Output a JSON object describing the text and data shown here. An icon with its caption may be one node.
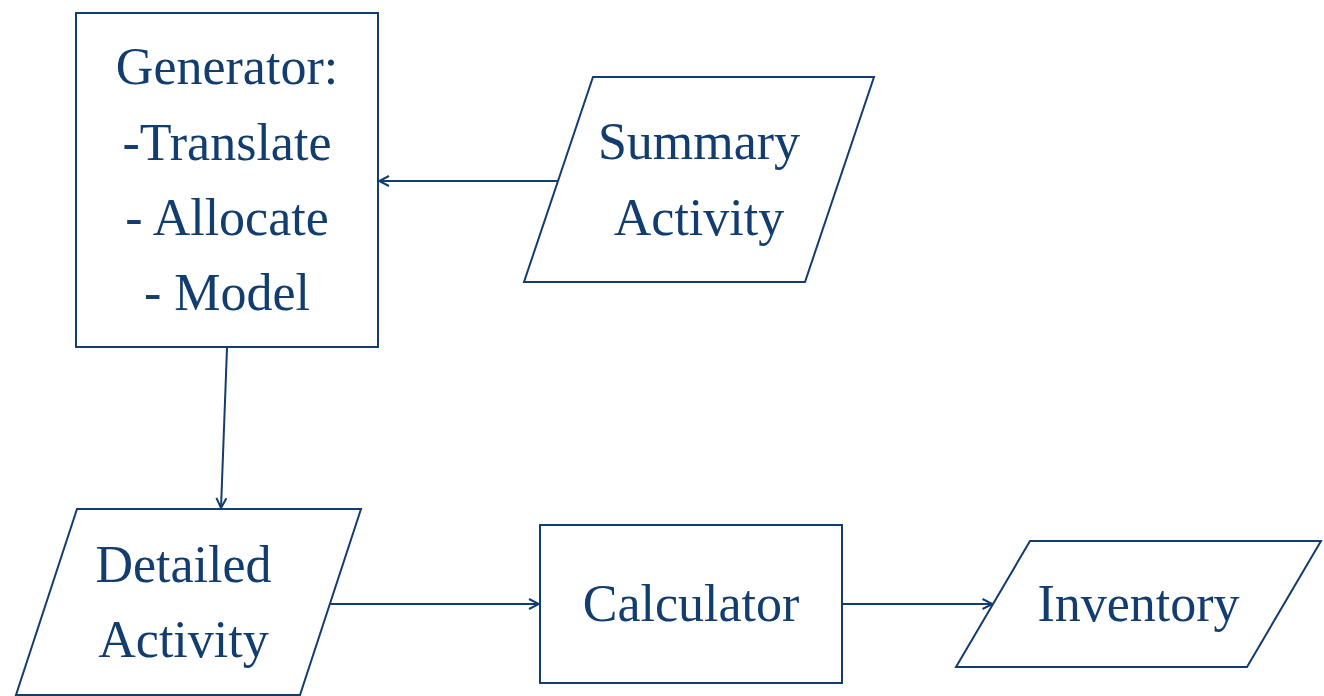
{
  "diagram": {
    "nodes": [
      {
        "text": [
          "Generator:",
          "-Translate",
          "- Allocate",
          "- Model"
        ]
      },
      {
        "text": [
          "Summary Activity"
        ]
      },
      {
        "text": [
          "Detailed Activity"
        ]
      },
      {
        "text": [
          "Calculator"
        ]
      },
      {
        "text": [
          "Inventory"
        ]
      }
    ],
    "edges": [
      {
        "from": 1,
        "to": 0,
        "arrow": "to"
      },
      {
        "from": 0,
        "to": 2,
        "arrow": "to"
      },
      {
        "from": 2,
        "to": 3,
        "arrow": "to"
      },
      {
        "from": 3,
        "to": 4,
        "arrow": "to"
      }
    ]
  }
}
